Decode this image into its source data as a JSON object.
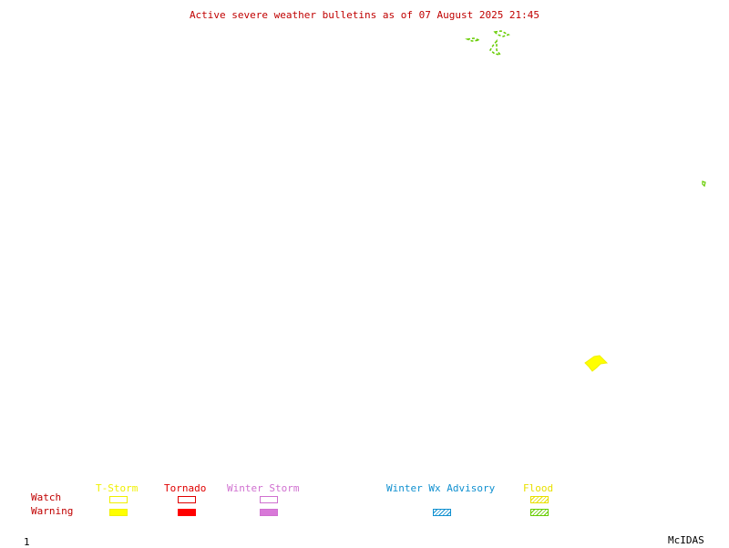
{
  "title": "Active severe weather bulletins as of 07 August 2025 21:45",
  "legend": {
    "row_labels": {
      "watch": "Watch",
      "warning": "Warning"
    },
    "categories": [
      {
        "label": "T-Storm",
        "color": "#f0f000",
        "watch_style": "outline",
        "warning_style": "filled"
      },
      {
        "label": "Tornado",
        "color": "#e00000",
        "watch_style": "outline",
        "warning_style": "filled"
      },
      {
        "label": "Winter Storm",
        "color": "#d070d0",
        "watch_style": "outline",
        "warning_style": "filled"
      },
      {
        "label": "Winter Wx Advisory",
        "color": "#1090d0",
        "watch_style": "none",
        "warning_style": "hatched"
      },
      {
        "label": "Flood",
        "color": "#90d000",
        "watch_style": "hatched",
        "warning_style": "hatched"
      }
    ],
    "label_color": "#c00000"
  },
  "footer": {
    "frame_number": "1",
    "software": "McIDAS"
  },
  "colors": {
    "title": "#c00000",
    "flood": "#66cc00",
    "tstorm": "#ffff00"
  }
}
